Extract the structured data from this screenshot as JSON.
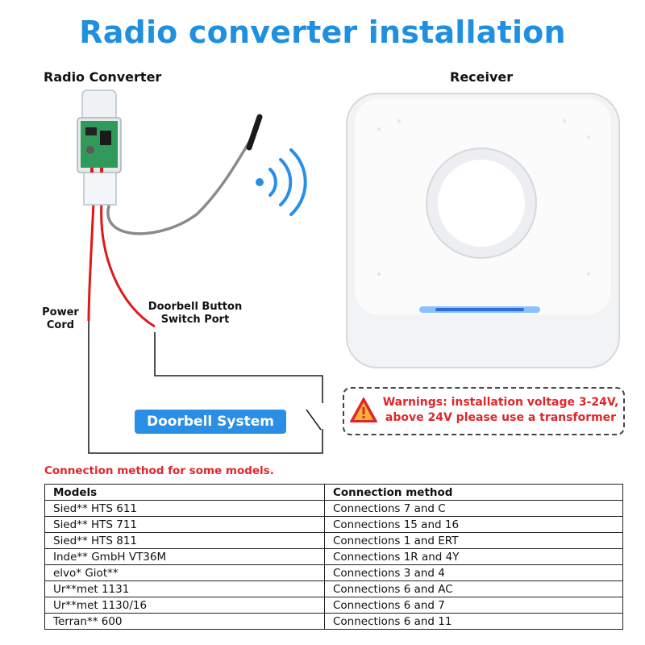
{
  "title": "Radio converter installation",
  "left_label": "Radio Converter",
  "right_label": "Receiver",
  "power_cord_label": "Power\nCord",
  "port_label": "Doorbell Button\nSwitch Port",
  "doorbell_system_label": "Doorbell System",
  "warning": {
    "line1": "Warnings: installation voltage 3-24V,",
    "line2": "above 24V please use a transformer",
    "icon": "warning-triangle-icon"
  },
  "connection_note": "Connection method for some models.",
  "table": {
    "headers": [
      "Models",
      "Connection method"
    ],
    "rows": [
      [
        "Sied** HTS 611",
        "Connections 7 and C"
      ],
      [
        "Sied** HTS 711",
        "Connections 15 and 16"
      ],
      [
        "Sied** HTS 811",
        "Connections 1 and ERT"
      ],
      [
        "Inde** GmbH VT36M",
        "Connections 1R and 4Y"
      ],
      [
        "elvo* Giot**",
        "Connections 3 and 4"
      ],
      [
        "Ur**met 1131",
        "Connections 6 and AC"
      ],
      [
        "Ur**met 1130/16",
        "Connections 6 and 7"
      ],
      [
        "Terran** 600",
        "Connections 6 and 11"
      ]
    ]
  },
  "colors": {
    "title": "#1f8fe0",
    "accent_blue": "#2a8fe4",
    "warning_red": "#e0262a",
    "wire_red": "#e01818"
  }
}
